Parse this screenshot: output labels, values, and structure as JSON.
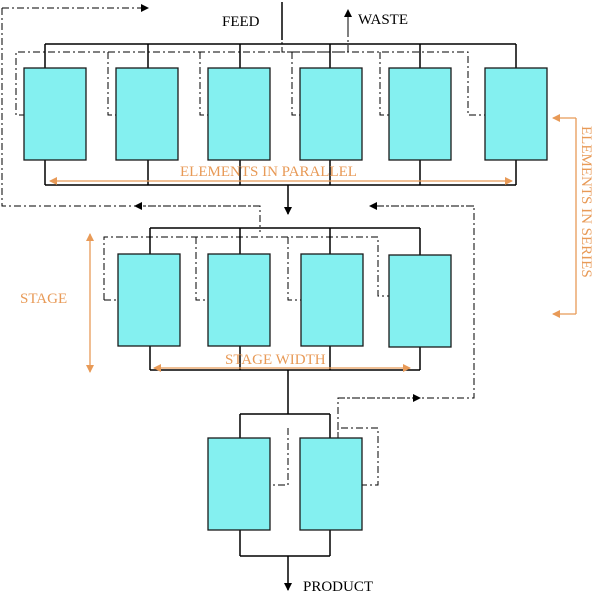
{
  "labels": {
    "feed": "FEED",
    "waste": "WASTE",
    "product": "PRODUCT",
    "elements_parallel": "ELEMENTS IN PARALLEL",
    "elements_series": "ELEMENTS IN SERIES",
    "stage": "STAGE",
    "stage_width": "STAGE WIDTH"
  },
  "colors": {
    "element_fill": "#84F0F0",
    "element_stroke": "#1a1a1a",
    "annotation": "#E89A57",
    "line": "#000000"
  }
}
